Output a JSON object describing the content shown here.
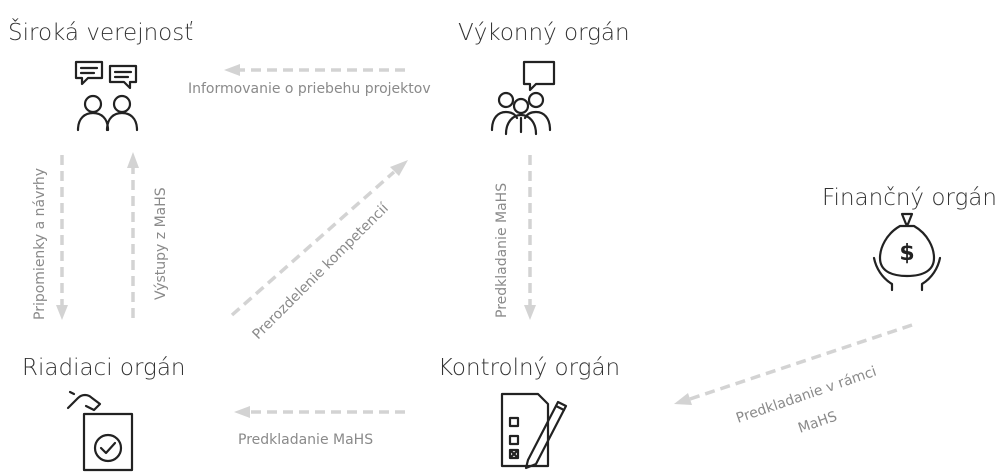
{
  "nodes": {
    "public": {
      "title": "Široká verejnosť",
      "icon": "speech-bubbles-people-icon"
    },
    "executive": {
      "title": "Výkonný orgán",
      "icon": "meeting-group-icon"
    },
    "financial": {
      "title": "Finančný orgán",
      "icon": "money-bag-hands-icon"
    },
    "governing": {
      "title": "Riadiaci orgán",
      "icon": "hand-checkbox-icon"
    },
    "control": {
      "title": "Kontrolný orgán",
      "icon": "checklist-pen-icon"
    }
  },
  "flows": {
    "exec_to_public": "Informovanie o priebehu projektov",
    "public_to_governing": "Pripomienky a návrhy",
    "governing_to_public": "Výstupy z MaHS",
    "governing_to_exec": "Prerozdelenie kompetencií",
    "exec_to_control": "Predkladanie MaHS",
    "control_to_governing": "Predkladanie MaHS",
    "financial_to_control_line1": "Predkladanie v rámci",
    "financial_to_control_line2": "MaHS"
  },
  "colors": {
    "arrow": "#d3d3d3",
    "label": "#8a8a8a",
    "title": "#333333",
    "icon": "#222222"
  }
}
